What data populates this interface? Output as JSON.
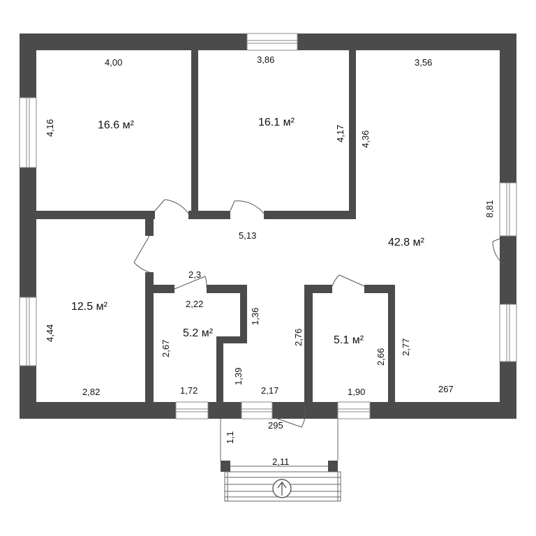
{
  "rooms": {
    "room_top_left": {
      "area": "16.6 м²",
      "width": "4,00",
      "height": "4,16"
    },
    "room_top_middle": {
      "area": "16.1 м²",
      "width": "3,86",
      "height": "4,17"
    },
    "living_hall": {
      "area": "42.8 м²",
      "width_top": "3,56",
      "wall_height": "4,36",
      "right_side": "8,81",
      "hall_width": "5,13",
      "bottom": "267",
      "inner_height": "2,77"
    },
    "room_bottom_left": {
      "area": "12.5 м²",
      "height": "4,44",
      "width": "2,82"
    },
    "bathroom_a": {
      "area": "5.2 м²",
      "door_width": "2,3",
      "width": "2,22",
      "height": "2,67",
      "step": "1,36",
      "step_b": "1,39",
      "bottom": "1,72"
    },
    "corridor": {
      "height": "2,76",
      "width": "2,17",
      "bottom": "295"
    },
    "bathroom_b": {
      "area": "5.1 м²",
      "height": "2,66",
      "width": "1,90"
    },
    "porch": {
      "depth": "1,1",
      "width": "2,11"
    }
  }
}
